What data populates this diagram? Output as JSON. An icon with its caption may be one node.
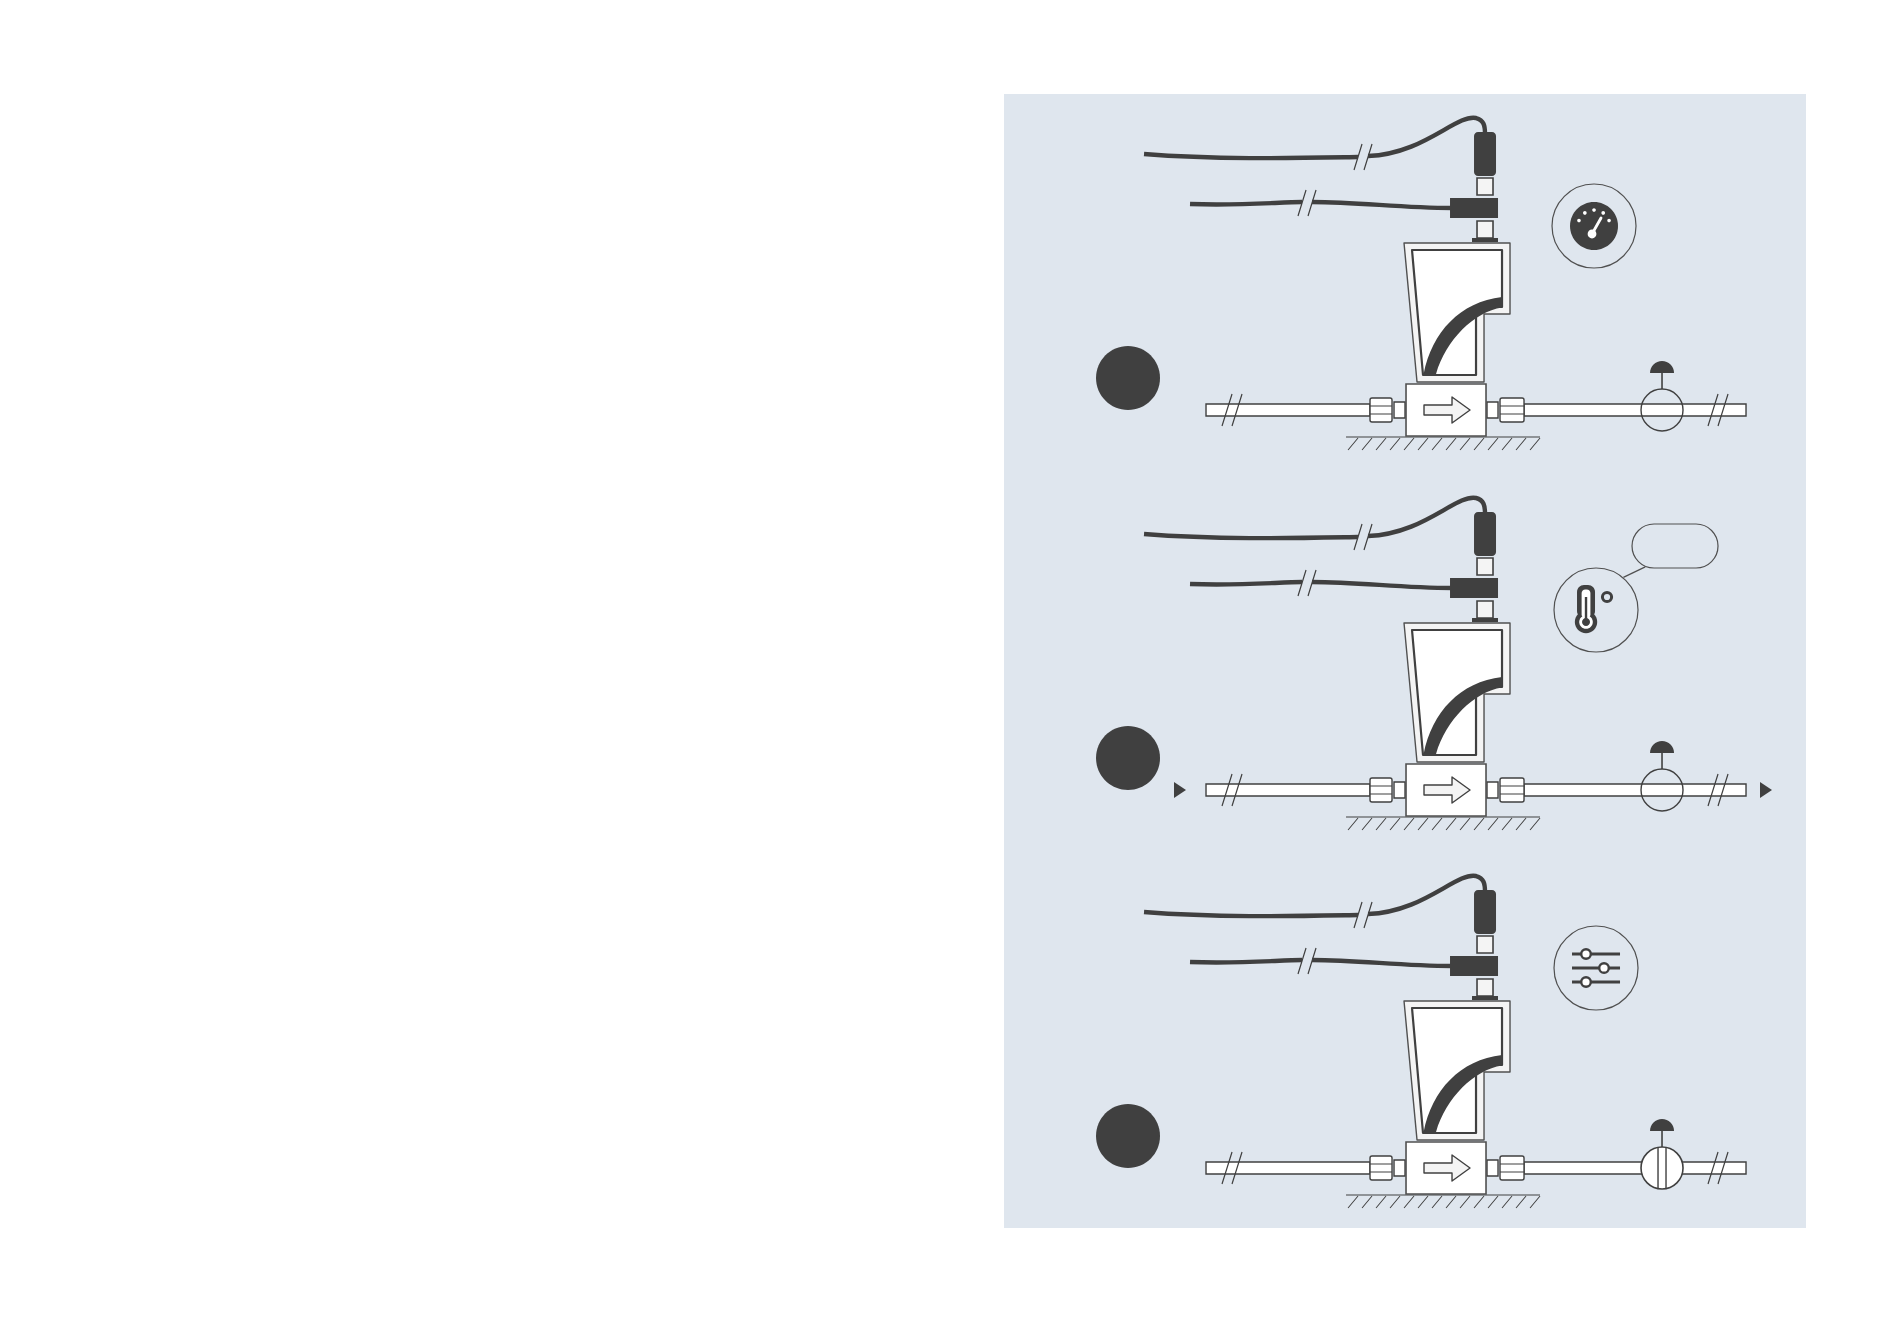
{
  "diagram": {
    "nodes": [
      {
        "text": [],
        "shape": "circle"
      },
      {
        "text": [],
        "shape": "box"
      }
    ],
    "edges": [
      {
        "from": 0,
        "to": 1,
        "arrow": "none"
      }
    ]
  }
}
